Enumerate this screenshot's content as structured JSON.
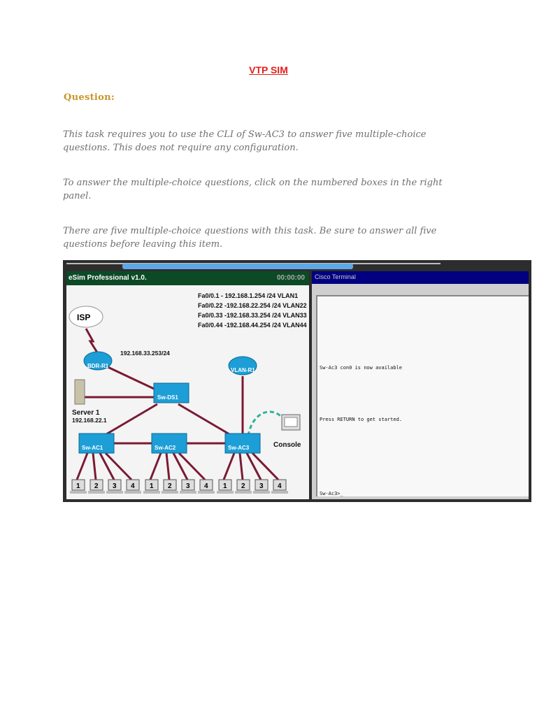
{
  "document": {
    "title": "VTP SIM",
    "question_label": "Question:",
    "paragraphs": [
      "This task requires you to use the CLI of Sw-AC3 to answer five multiple-choice questions. This does not require any configuration.",
      "To answer the multiple-choice questions, click on the numbered boxes in the right panel.",
      "There are five multiple-choice questions with this task. Be sure to answer all five questions before leaving this item."
    ]
  },
  "simulator": {
    "left_title": "eSim Professional v1.0.",
    "left_timer": "00:00:00",
    "right_title": "Cisco Terminal",
    "subinterfaces": [
      "Fa0/0.1  -  192.168.1.254  /24  VLAN1",
      "Fa0/0.22  -192.168.22.254 /24  VLAN22",
      "Fa0/0.33  -192.168.33.254 /24  VLAN33",
      "Fa0/0.44  -192.168.44.254 /24  VLAN44"
    ],
    "devices": {
      "isp": "ISP",
      "bdr": "BDR-R1",
      "bdr_ip": "192.168.33.253/24",
      "vlan_r1": "VLAN-R1",
      "server": "Server 1",
      "server_ip": "192.168.22.1",
      "ds1": "Sw-DS1",
      "ac1": "Sw-AC1",
      "ac2": "Sw-AC2",
      "ac3": "Sw-AC3",
      "console": "Console"
    },
    "pc_labels": [
      "1",
      "2",
      "3",
      "4"
    ],
    "terminal": [
      "Sw-Ac3 con0 is now available",
      "Press RETURN to get started.",
      "Sw-Ac3>_"
    ]
  },
  "colors": {
    "title": "#e0201c",
    "question": "#c8952a",
    "link": "#7a1a33",
    "console_cable": "#2bb39a",
    "device": "#1d9ed6"
  }
}
